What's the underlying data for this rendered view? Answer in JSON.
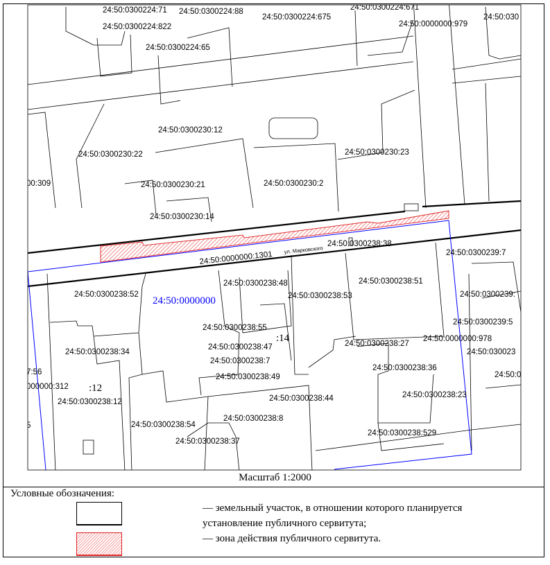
{
  "map": {
    "parcel_labels": [
      "24:50:0300224:71",
      "24:50:0300224:88",
      "24:50:0300224:675",
      "24:50:0300224:671",
      "24:50:0300224:822",
      "24:50:0000000:979",
      "24:50:030",
      "24:50:0300224:65",
      "24:50:0300230:12",
      "24:50:0300230:22",
      "24:50:0300230:23",
      "00:309",
      "24:50:0300230:21",
      "24:50:0300230:2",
      "24:50:0300230:14",
      "24:50:0300238:38",
      "24:50:0300239:7",
      "24:50:0300238:51",
      "24:50:0300238:48",
      "24:50:0300238:52",
      "24:50:0300238:53",
      "24:50:0300239:",
      "24:50:0300239:5",
      "24:50:0300238:55",
      ":14",
      "24:50:0000000:978",
      "24:50:0300238:27",
      "24:50:0300238:47",
      "24:50:0300238:34",
      "24:50:030023",
      "24:50:0300238:7",
      "7:56",
      "24:50:0300238:36",
      "24:50:0",
      "24:50:0300238:49",
      "000000:312",
      ":12",
      "24:50:0300238:12",
      "24:50:0300238:44",
      "24:50:0300238:23",
      "24:50:0300238:8",
      "24:50:0300238:54",
      "5",
      "24:50:0300238:529",
      "24:50:0300238:37"
    ],
    "road_parcel_label": "24:50:0000000:1301",
    "street_label": "ул. Марковского",
    "target_parcel_label": "24:50:0000000",
    "colors": {
      "target_boundary": "#0000ff",
      "servitude_zone": "#e03030",
      "lines": "#000000"
    }
  },
  "scale": "Масштаб 1:2000",
  "legend": {
    "title": "Условные обозначения:",
    "items": [
      {
        "line1": "— земельный участок, в отношении которого планируется",
        "line2": "установление  публичного сервитута;"
      },
      {
        "line1": "— зона действия  публичного сервитута."
      }
    ]
  }
}
